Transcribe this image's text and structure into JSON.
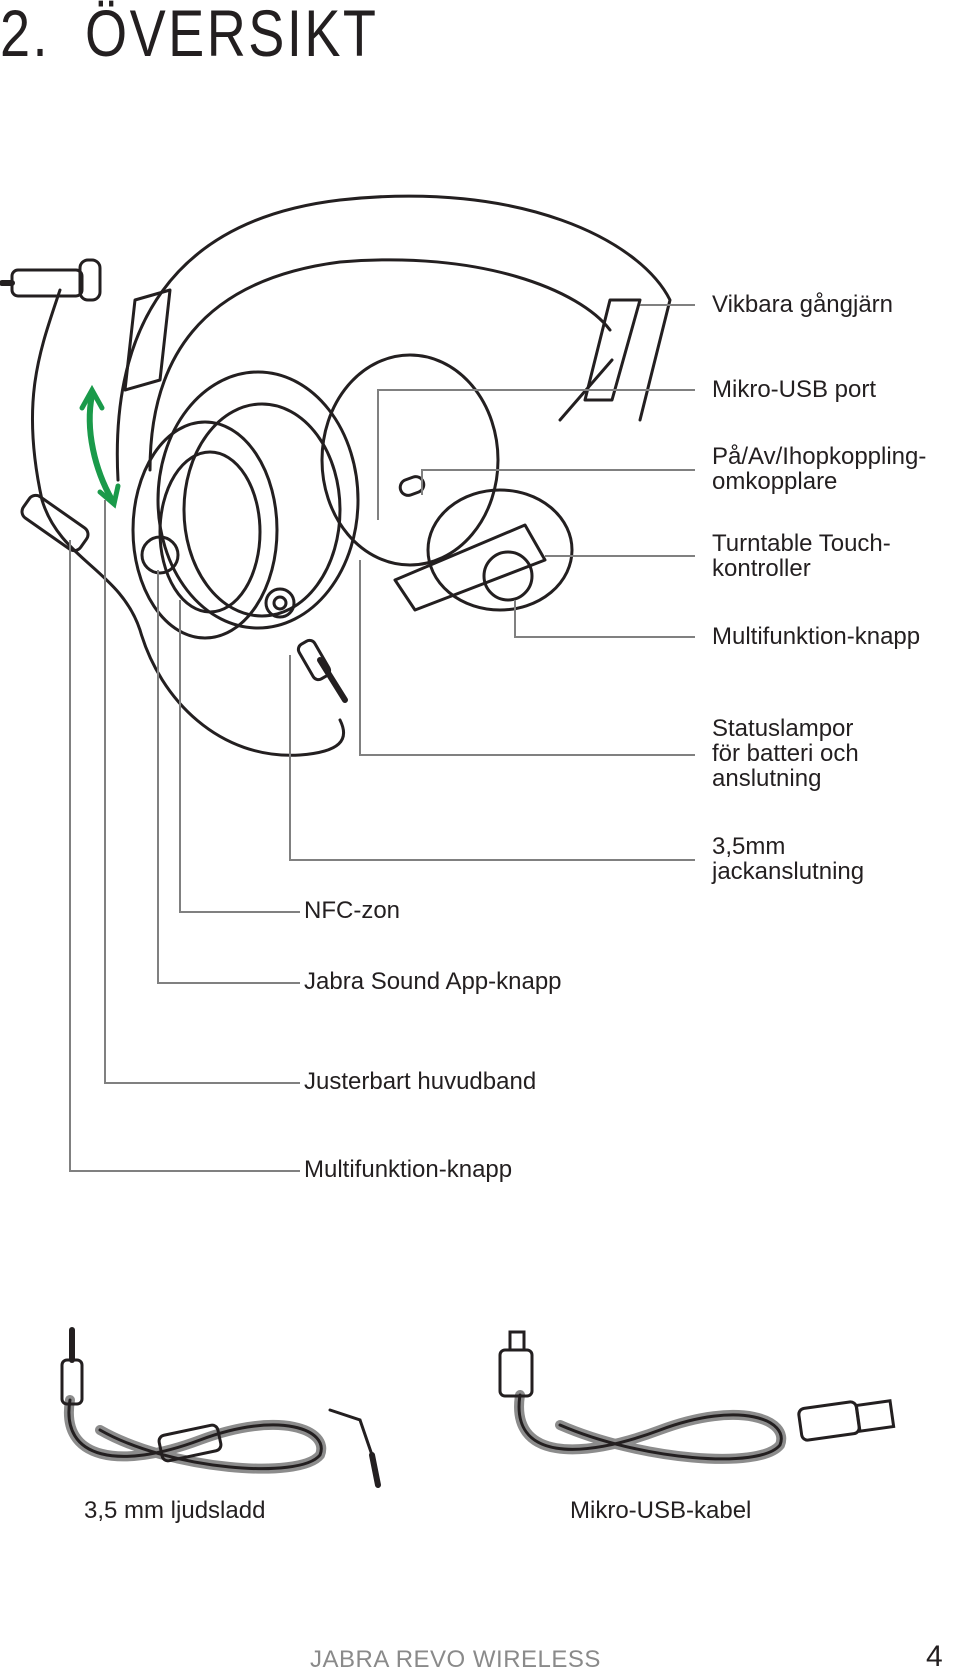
{
  "heading": {
    "number": "2.",
    "title": "ÖVERSIKT"
  },
  "callouts_right": [
    {
      "lines": [
        "Vikbara gångjärn"
      ]
    },
    {
      "lines": [
        "Mikro-USB port"
      ]
    },
    {
      "lines": [
        "På/Av/Ihopkoppling-",
        "omkopplare"
      ]
    },
    {
      "lines": [
        "Turntable Touch-",
        "kontroller"
      ]
    },
    {
      "lines": [
        "Multifunktion-knapp"
      ]
    },
    {
      "lines": [
        "Statuslampor",
        "för batteri och",
        "anslutning"
      ]
    },
    {
      "lines": [
        "3,5mm",
        "jackanslutning"
      ]
    }
  ],
  "callouts_left": [
    {
      "label": "NFC-zon"
    },
    {
      "label": "Jabra Sound App-knapp"
    },
    {
      "label": "Justerbart huvudband"
    },
    {
      "label": "Multifunktion-knapp"
    }
  ],
  "accessories": [
    {
      "caption": "3,5 mm ljudsladd",
      "icon": "audio-cable-icon"
    },
    {
      "caption": "Mikro-USB-kabel",
      "icon": "usb-cable-icon"
    }
  ],
  "footer": {
    "brand": "JABRA REVO WIRELESS",
    "page_number": "4"
  },
  "colors": {
    "text": "#231f20",
    "leader_lines": "#808080",
    "arrow": "#1a9a4a",
    "footer_brand": "#8a8a8a"
  }
}
